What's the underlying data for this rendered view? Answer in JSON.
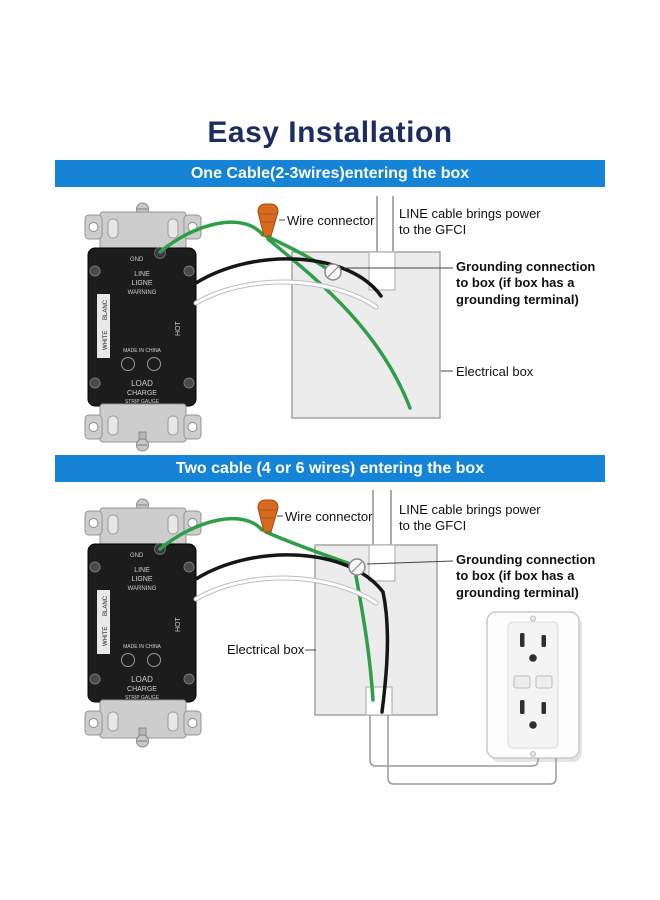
{
  "page": {
    "title": "Easy Installation"
  },
  "colors": {
    "banner": "#1583d6",
    "title": "#1d2d5f",
    "wire_green": "#2f9e49",
    "wire_black": "#161616",
    "wire_white": "#ffffff",
    "connector_orange": "#d86a1e",
    "box_fill": "#ececec"
  },
  "sections": [
    {
      "banner": "One Cable(2-3wires)entering the box",
      "labels": {
        "wire_connector": "Wire connector",
        "line_cable": "LINE cable brings power to the GFCI",
        "grounding": "Grounding connection to box (if box has a grounding terminal)",
        "electrical_box": "Electrical box"
      }
    },
    {
      "banner": "Two cable (4 or 6 wires) entering the box",
      "labels": {
        "wire_connector": "Wire connector",
        "line_cable": "LINE cable brings power to the GFCI",
        "grounding": "Grounding connection to box (if box has a grounding terminal)",
        "electrical_box": "Electrical box"
      }
    }
  ],
  "device": {
    "gnd": "GND",
    "line": "LINE",
    "ligne": "LIGNE",
    "warning": "WARNING",
    "white": "WHITE",
    "blanc": "BLANC",
    "hot": "HOT",
    "made_in_china": "MADE IN CHINA",
    "load": "LOAD",
    "charge": "CHARGE",
    "strip_gauge": "STRIP GAUGE"
  }
}
